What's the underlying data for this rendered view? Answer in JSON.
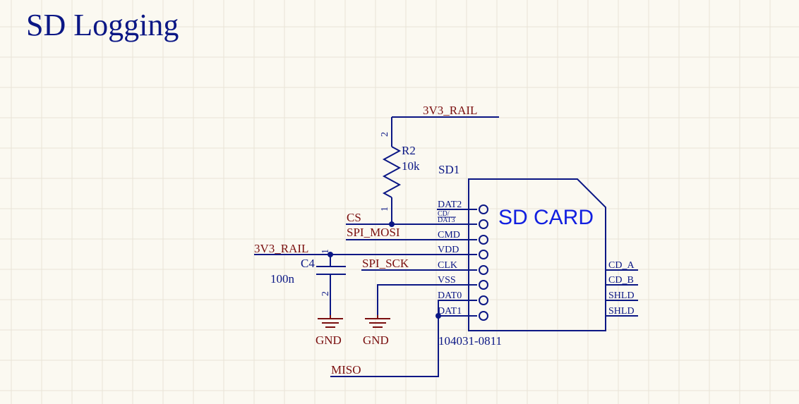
{
  "title": "SD Logging",
  "nets": {
    "rail_top": "3V3_RAIL",
    "rail_left": "3V3_RAIL",
    "cs": "CS",
    "mosi": "SPI_MOSI",
    "sck": "SPI_SCK",
    "miso": "MISO",
    "gnd1": "GND",
    "gnd2": "GND"
  },
  "resistor": {
    "ref": "R2",
    "value": "10k",
    "pin_top": "2",
    "pin_bottom": "1"
  },
  "capacitor": {
    "ref": "C4",
    "value": "100n",
    "pin_top": "1",
    "pin_bottom": "2"
  },
  "sd_card": {
    "ref": "SD1",
    "label": "SD CARD",
    "part_number": "104031-0811",
    "left_pins": [
      "DAT2",
      "CD/",
      "DAT3",
      "CMD",
      "VDD",
      "CLK",
      "VSS",
      "DAT0",
      "DAT1"
    ],
    "right_pins": [
      "CD_A",
      "CD_B",
      "SHLD",
      "SHLD"
    ]
  },
  "colors": {
    "background": "#fbf9f1",
    "wire": "#0b1785",
    "net_label": "#7a0f0f",
    "sd_label": "#1220e0",
    "grid": "#e8e4d6"
  }
}
